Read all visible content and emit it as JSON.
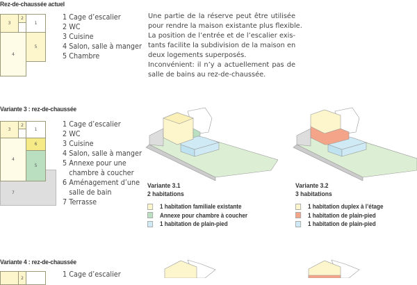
{
  "section1": {
    "title": "Rez-de-chaussée actuel",
    "rooms": [
      "1",
      "2",
      "3",
      "4",
      "5"
    ],
    "legend": [
      "1 Cage d’escalier",
      "2 WC",
      "3 Cuisine",
      "4 Salon, salle à manger",
      "5 Chambre"
    ],
    "paragraph": [
      "Une partie de la réserve peut être utilisée",
      "pour rendre la maison existante plus flexible.",
      "La position de l’entrée et de l’escalier exis-",
      "tants facilite la subdivision de la maison en",
      "deux logements superposés.",
      "Inconvénient: il n’y a actuellement pas de",
      "salle de bains au rez-de-chaussée."
    ]
  },
  "section2": {
    "title": "Variante 3 : rez-de-chaussée",
    "rooms": [
      "1",
      "2",
      "3",
      "4",
      "5",
      "6",
      "7"
    ],
    "legend": [
      "1 Cage d’escalier",
      "2 WC",
      "3 Cuisine",
      "4 Salon, salle à manger",
      "5 Annexe pour une",
      "chambre à coucher",
      "6 Aménagement d’une",
      "salle de bain",
      "7 Terrasse"
    ],
    "variant31": {
      "title": "Variante 3.1",
      "subtitle": "2 habitations",
      "legend": [
        "1 habitation familiale existante",
        "Annexe pour chambre à coucher",
        "1 habitation de plain-pied"
      ]
    },
    "variant32": {
      "title": "Variante 3.2",
      "subtitle": "3 habitations",
      "legend": [
        "1 habitation duplex à l’étage",
        "1 habitation de plain-pied",
        "1 habitation de plain-pied"
      ]
    }
  },
  "section3": {
    "title": "Variante 4 : rez-de-chaussée",
    "rooms": [
      "2"
    ],
    "legend": [
      "1 Cage d’escalier"
    ]
  },
  "colors": {
    "yellow": "#fdf6cc",
    "yellow_strong": "#f5ea85",
    "green": "#b9dfc0",
    "blue": "#cfeaf5",
    "salmon": "#f4a489",
    "terrace": "#dedede",
    "site": "#dcefd4"
  }
}
